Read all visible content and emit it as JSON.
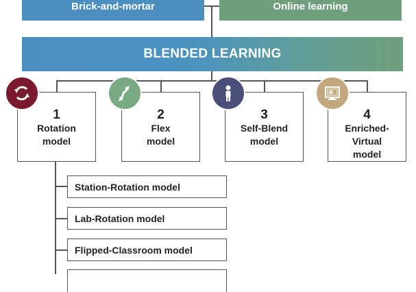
{
  "top": {
    "left_label": "Brick-and-mortar",
    "right_label": "Online learning"
  },
  "blended": {
    "label": "BLENDED LEARNING"
  },
  "models": [
    {
      "number": "1",
      "label": "Rotation\nmodel",
      "icon": "rotation-arrows-icon",
      "color": "#7a1a2e"
    },
    {
      "number": "2",
      "label": "Flex\nmodel",
      "icon": "flex-arrow-icon",
      "color": "#7aaa82"
    },
    {
      "number": "3",
      "label": "Self-Blend\nmodel",
      "icon": "person-icon",
      "color": "#4a4f7a"
    },
    {
      "number": "4",
      "label": "Enriched-\nVirtual\nmodel",
      "icon": "computer-screen-icon",
      "color": "#c2a77e"
    }
  ],
  "rotation_submodels": [
    "Station-Rotation model",
    "Lab-Rotation model",
    "Flipped-Classroom model",
    ""
  ]
}
